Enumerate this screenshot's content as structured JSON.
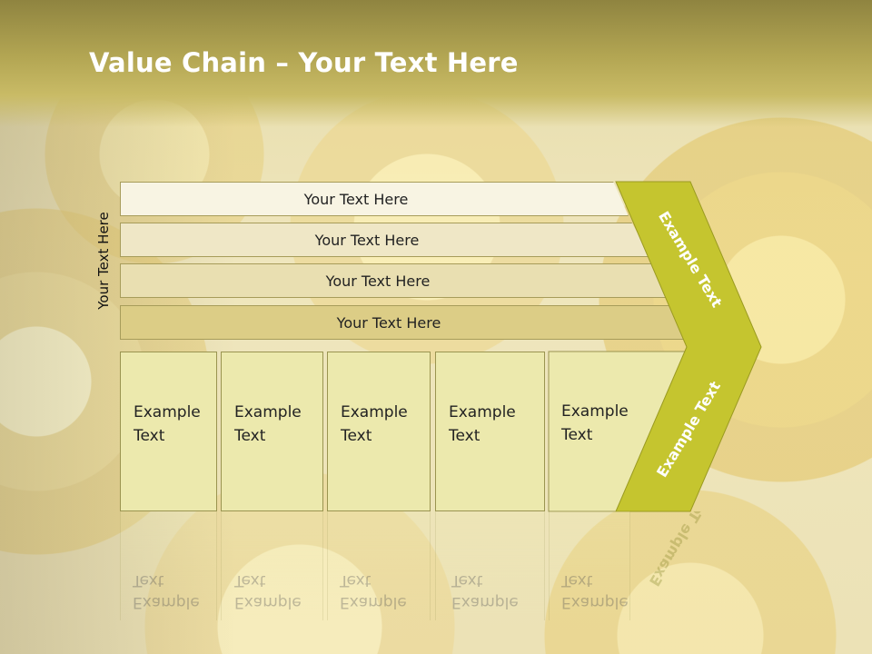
{
  "slide": {
    "title_bold": "Value Chain",
    "title_rest": " – Your Text Here"
  },
  "side_label": "Your Text Here",
  "support_bars": [
    "Your Text Here",
    "Your Text Here",
    "Your Text Here",
    "Your Text Here"
  ],
  "activities": [
    {
      "line1": "Example",
      "line2": "Text"
    },
    {
      "line1": "Example",
      "line2": "Text"
    },
    {
      "line1": "Example",
      "line2": "Text"
    },
    {
      "line1": "Example",
      "line2": "Text"
    },
    {
      "line1": "Example",
      "line2": "Text"
    }
  ],
  "chevron": {
    "top_label": "Example Text",
    "bottom_label": "Example Text",
    "color": "#c5c52f"
  },
  "colors": {
    "header": "#b3a653",
    "activity_fill": "#ece9ad",
    "bar_fills": [
      "#f8f4e3",
      "#efe7c6",
      "#e9dfb1",
      "#dccd86"
    ]
  }
}
